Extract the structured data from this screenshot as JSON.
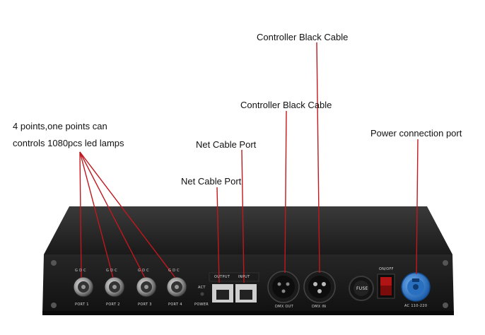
{
  "annotations": {
    "ports_line1": "4 points,one points can",
    "ports_line2": "controls 1080pcs led lamps",
    "net_port_2": "Net Cable  Port",
    "net_port_1": "Net Cable Port",
    "controller_cable_top": "Controller Black Cable",
    "controller_cable_mid": "Controller Black Cable",
    "power_port": "Power connection port"
  },
  "device_labels": {
    "port1": "PORT 1",
    "port2": "PORT 2",
    "port3": "PORT 3",
    "port4": "PORT 4",
    "pin_label": "G D C",
    "act": "ACT",
    "power": "POWER",
    "output": "OUTPUT",
    "input": "INPUT",
    "dmx_out": "DMX OUT",
    "dmx_in": "DMX IN",
    "fuse": "FUSE",
    "on_off": "ON/OFF",
    "ac": "AC 110-220"
  },
  "colors": {
    "pointer_line": "#c0181e",
    "device_body": "#1c1c1c",
    "device_top": "#2a2a2a",
    "connector_metal": "#a8a8a8",
    "rj45_port": "#cfcfcf",
    "power_connector": "#2f7fd6",
    "switch_red": "#b01414"
  }
}
